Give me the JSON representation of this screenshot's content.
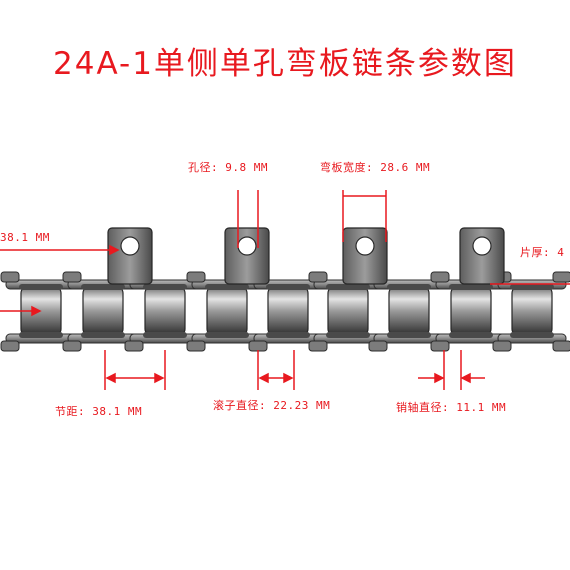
{
  "title": "24A-1单侧单孔弯板链条参数图",
  "labels": {
    "hole_diameter": "孔径: 9.8 MM",
    "bend_plate_width": "弯板宽度: 28.6 MM",
    "left_partial": "38.1 MM",
    "plate_thickness_partial": "片厚: 4",
    "pitch": "节距: 38.1 MM",
    "roller_diameter": "滚子直径: 22.23 MM",
    "pin_diameter": "销轴直径: 11.1 MM"
  },
  "colors": {
    "annotation": "#e8191f",
    "chain_dark": "#3a3a3a",
    "chain_mid": "#8c8c8c",
    "chain_light": "#d6d6d6"
  }
}
